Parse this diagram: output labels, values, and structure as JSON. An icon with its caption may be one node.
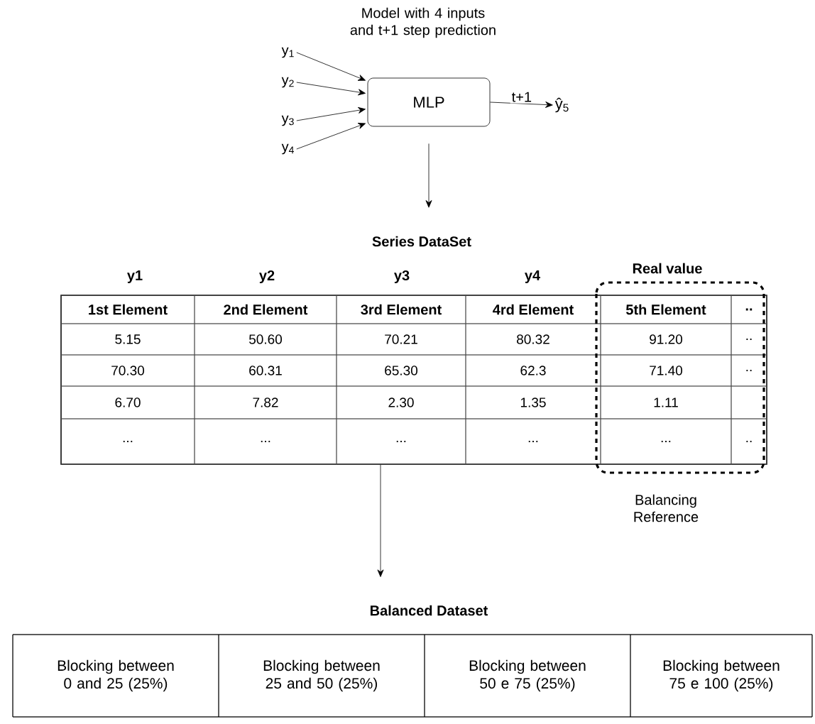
{
  "diagram": {
    "nodes": [
      {
        "text": [
          "y$_{1}$"
        ]
      },
      {
        "text": [
          "y$_{2}$"
        ]
      },
      {
        "text": [
          "y$_{3}$"
        ]
      },
      {
        "text": [
          "y$_{4}$"
        ]
      },
      {
        "text": [
          "MLP"
        ]
      },
      {
        "text": [
          "ŷ$_{5}$"
        ]
      },
      {
        "text": [
          "Series DataSet"
        ]
      },
      {
        "text": [
          "Real value"
        ],
        "beside": [
          "Balancing Reference"
        ]
      },
      {
        "text": [
          "Balanced Dataset"
        ]
      }
    ],
    "edges": [
      {
        "from": 0,
        "to": 4,
        "arrow": "to"
      },
      {
        "from": 1,
        "to": 4,
        "arrow": "to"
      },
      {
        "from": 2,
        "to": 4,
        "arrow": "to"
      },
      {
        "from": 3,
        "to": 4,
        "arrow": "to"
      },
      {
        "from": 4,
        "to": 5,
        "arrow": "to",
        "label": "t+1"
      },
      {
        "from": 4,
        "to": 6,
        "arrow": "to"
      },
      {
        "from": 6,
        "to": 8,
        "arrow": "to"
      }
    ],
    "labels": [
      "Model with 4 inputs and t+1 step prediction",
      "y1",
      "y2",
      "y3",
      "y4",
      "1st Element",
      "2nd Element",
      "3rd Element",
      "4rd Element",
      "5th Element",
      "..",
      "5.15",
      "50.60",
      "70.21",
      "80.32",
      "91.20",
      "..",
      "70.30",
      "60.31",
      "65.30",
      "62.3",
      "71.40",
      "..",
      "6.70",
      "7.82",
      "2.30",
      "1.35",
      "1.11",
      "...",
      "...",
      "...",
      "...",
      "...",
      "..",
      "Blocking between 0 and 25 (25%)",
      "Blocking between 25 and 50 (25%)",
      "Blocking between 50 e 75 (25%)",
      "Blocking between 75 e 100 (25%)"
    ]
  }
}
